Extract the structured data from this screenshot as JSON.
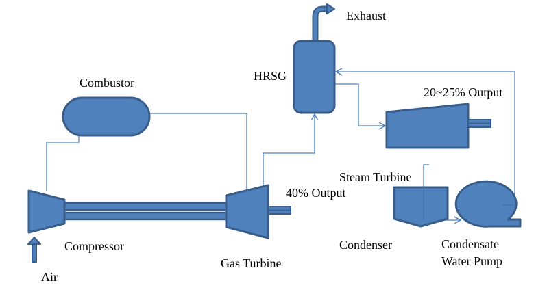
{
  "diagram": {
    "title": "Combined cycle power plant schematic",
    "colors": {
      "fill": "#4f81bd",
      "stroke": "#385d8a",
      "line": "#4f81bd",
      "text": "#000000"
    },
    "labels": {
      "combustor": "Combustor",
      "compressor": "Compressor",
      "air": "Air",
      "gas_turbine": "Gas Turbine",
      "gas_output": "40% Output",
      "hrsg": "HRSG",
      "exhaust": "Exhaust",
      "steam_output": "20~25% Output",
      "steam_turbine": "Steam Turbine",
      "condenser": "Condenser",
      "pump_line1": "Condensate",
      "pump_line2": "Water Pump"
    },
    "nodes": [
      {
        "id": "compressor",
        "label": "Compressor"
      },
      {
        "id": "combustor",
        "label": "Combustor"
      },
      {
        "id": "gas-turbine",
        "label": "Gas Turbine",
        "output": "40% Output"
      },
      {
        "id": "hrsg",
        "label": "HRSG"
      },
      {
        "id": "steam-turbine",
        "label": "Steam Turbine",
        "output": "20~25% Output"
      },
      {
        "id": "condenser",
        "label": "Condenser"
      },
      {
        "id": "condensate-water-pump",
        "label": "Condensate Water Pump"
      }
    ],
    "edges": [
      {
        "from": "air",
        "to": "compressor"
      },
      {
        "from": "compressor",
        "to": "combustor"
      },
      {
        "from": "combustor",
        "to": "gas-turbine"
      },
      {
        "from": "gas-turbine",
        "to": "hrsg"
      },
      {
        "from": "hrsg",
        "to": "steam-turbine"
      },
      {
        "from": "hrsg",
        "to": "exhaust"
      },
      {
        "from": "steam-turbine",
        "to": "condenser"
      },
      {
        "from": "condenser",
        "to": "condensate-water-pump"
      },
      {
        "from": "condensate-water-pump",
        "to": "hrsg"
      }
    ]
  }
}
